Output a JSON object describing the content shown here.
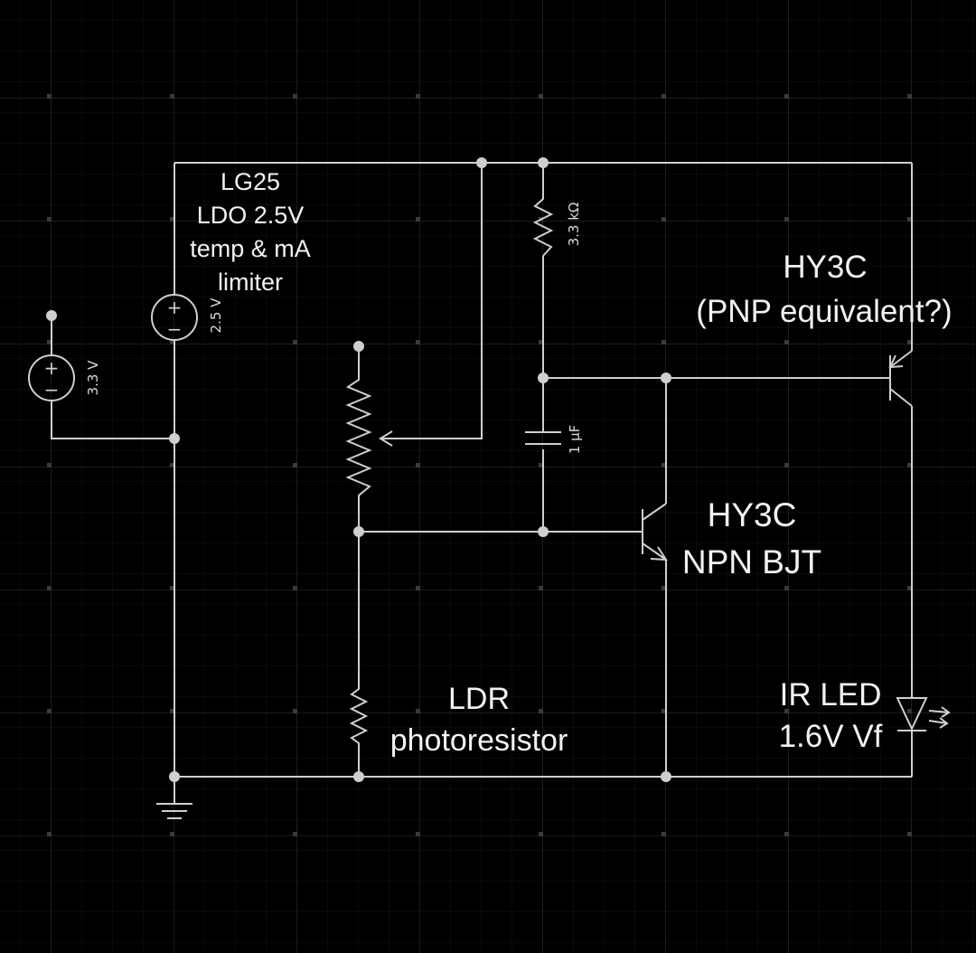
{
  "colors": {
    "background": "#000000",
    "grid_minor": "#141414",
    "grid_major": "#262626",
    "grid_dot": "#3a3a3a",
    "wire": "#cfcfcf",
    "text": "#f2f2f2"
  },
  "labels": {
    "ldo_line1": "LG25",
    "ldo_line2": "LDO 2.5V",
    "ldo_line3": "temp & mA",
    "ldo_line4": "limiter",
    "pnp_line1": "HY3C",
    "pnp_line2": "(PNP equivalent?)",
    "npn_line1": "HY3C",
    "npn_line2": "NPN BJT",
    "ldr_line1": "LDR",
    "ldr_line2": "photoresistor",
    "led_line1": "IR LED",
    "led_line2": "1.6V Vf"
  },
  "component_values": {
    "source_main": "3.3 V",
    "source_ldo": "2.5 V",
    "resistor_top": "3.3 kΩ",
    "capacitor": "1 µF"
  },
  "source_signs": {
    "plus": "+",
    "minus": "−"
  }
}
